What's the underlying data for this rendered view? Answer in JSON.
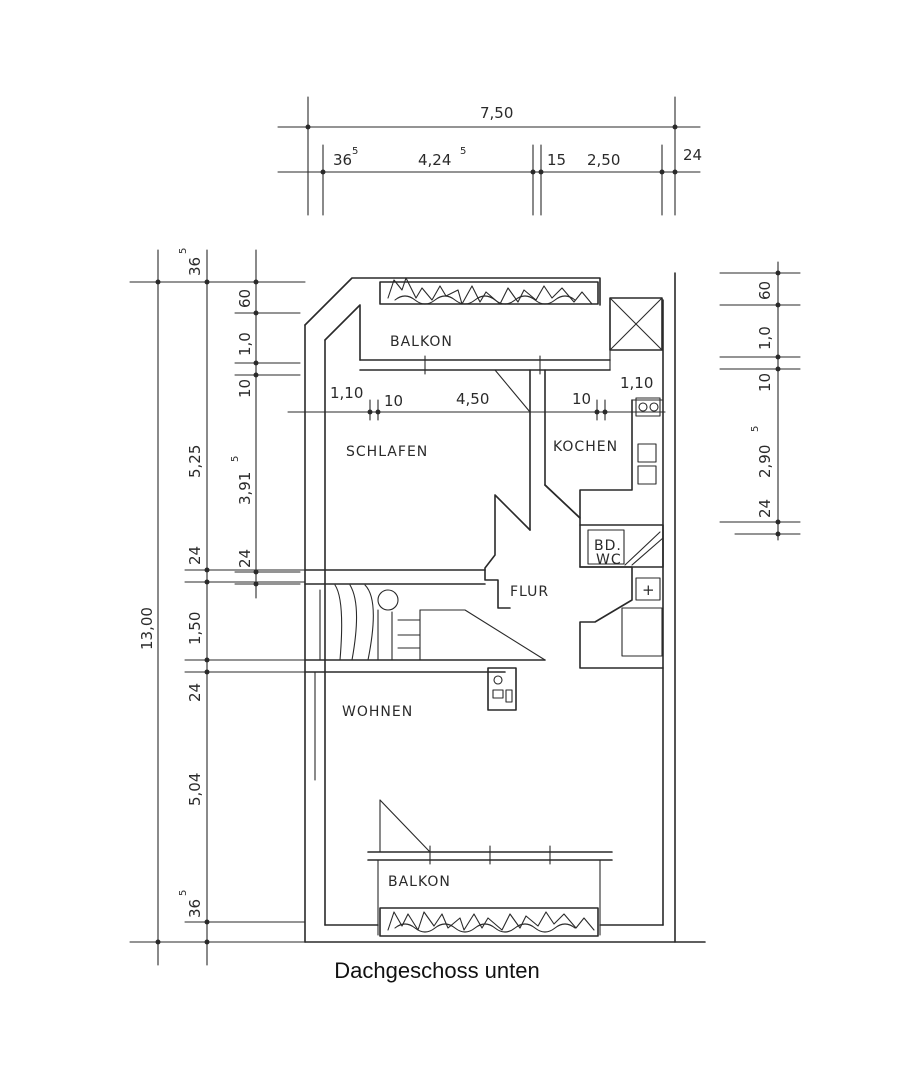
{
  "caption": "Dachgeschoss unten",
  "rooms": {
    "balkon_top": "BALKON",
    "schlafen": "SCHLAFEN",
    "kochen": "KOCHEN",
    "bad_1": "BD.",
    "bad_2": "WC",
    "flur": "FLUR",
    "wohnen": "WOHNEN",
    "balkon_bottom": "BALKON"
  },
  "dimensions_top": {
    "total": "7,50",
    "d1": "36",
    "d1_sup": "5",
    "d2": "4,24",
    "d2_sup": "5",
    "d3": "15",
    "d4": "2,50",
    "d5": "24"
  },
  "dimensions_left_outer": {
    "d1": "36",
    "d1_sup": "5",
    "d2": "5,25",
    "d3": "24",
    "d4": "1,50",
    "d5": "24",
    "d6": "5,04",
    "d7": "36",
    "d7_sup": "5",
    "total": "13,00"
  },
  "dimensions_left_inner": {
    "d1": "60",
    "d2": "1,0",
    "d3": "10",
    "d4": "3,91",
    "d4_sup": "5",
    "d5": "24"
  },
  "dimensions_right": {
    "d1": "60",
    "d2": "1,0",
    "d3": "10",
    "d4": "2,90",
    "d4_sup": "5",
    "d5": "24"
  },
  "dimensions_interior": {
    "a": "1,10",
    "b": "10",
    "c": "4,50",
    "d": "10",
    "e": "1,10"
  }
}
